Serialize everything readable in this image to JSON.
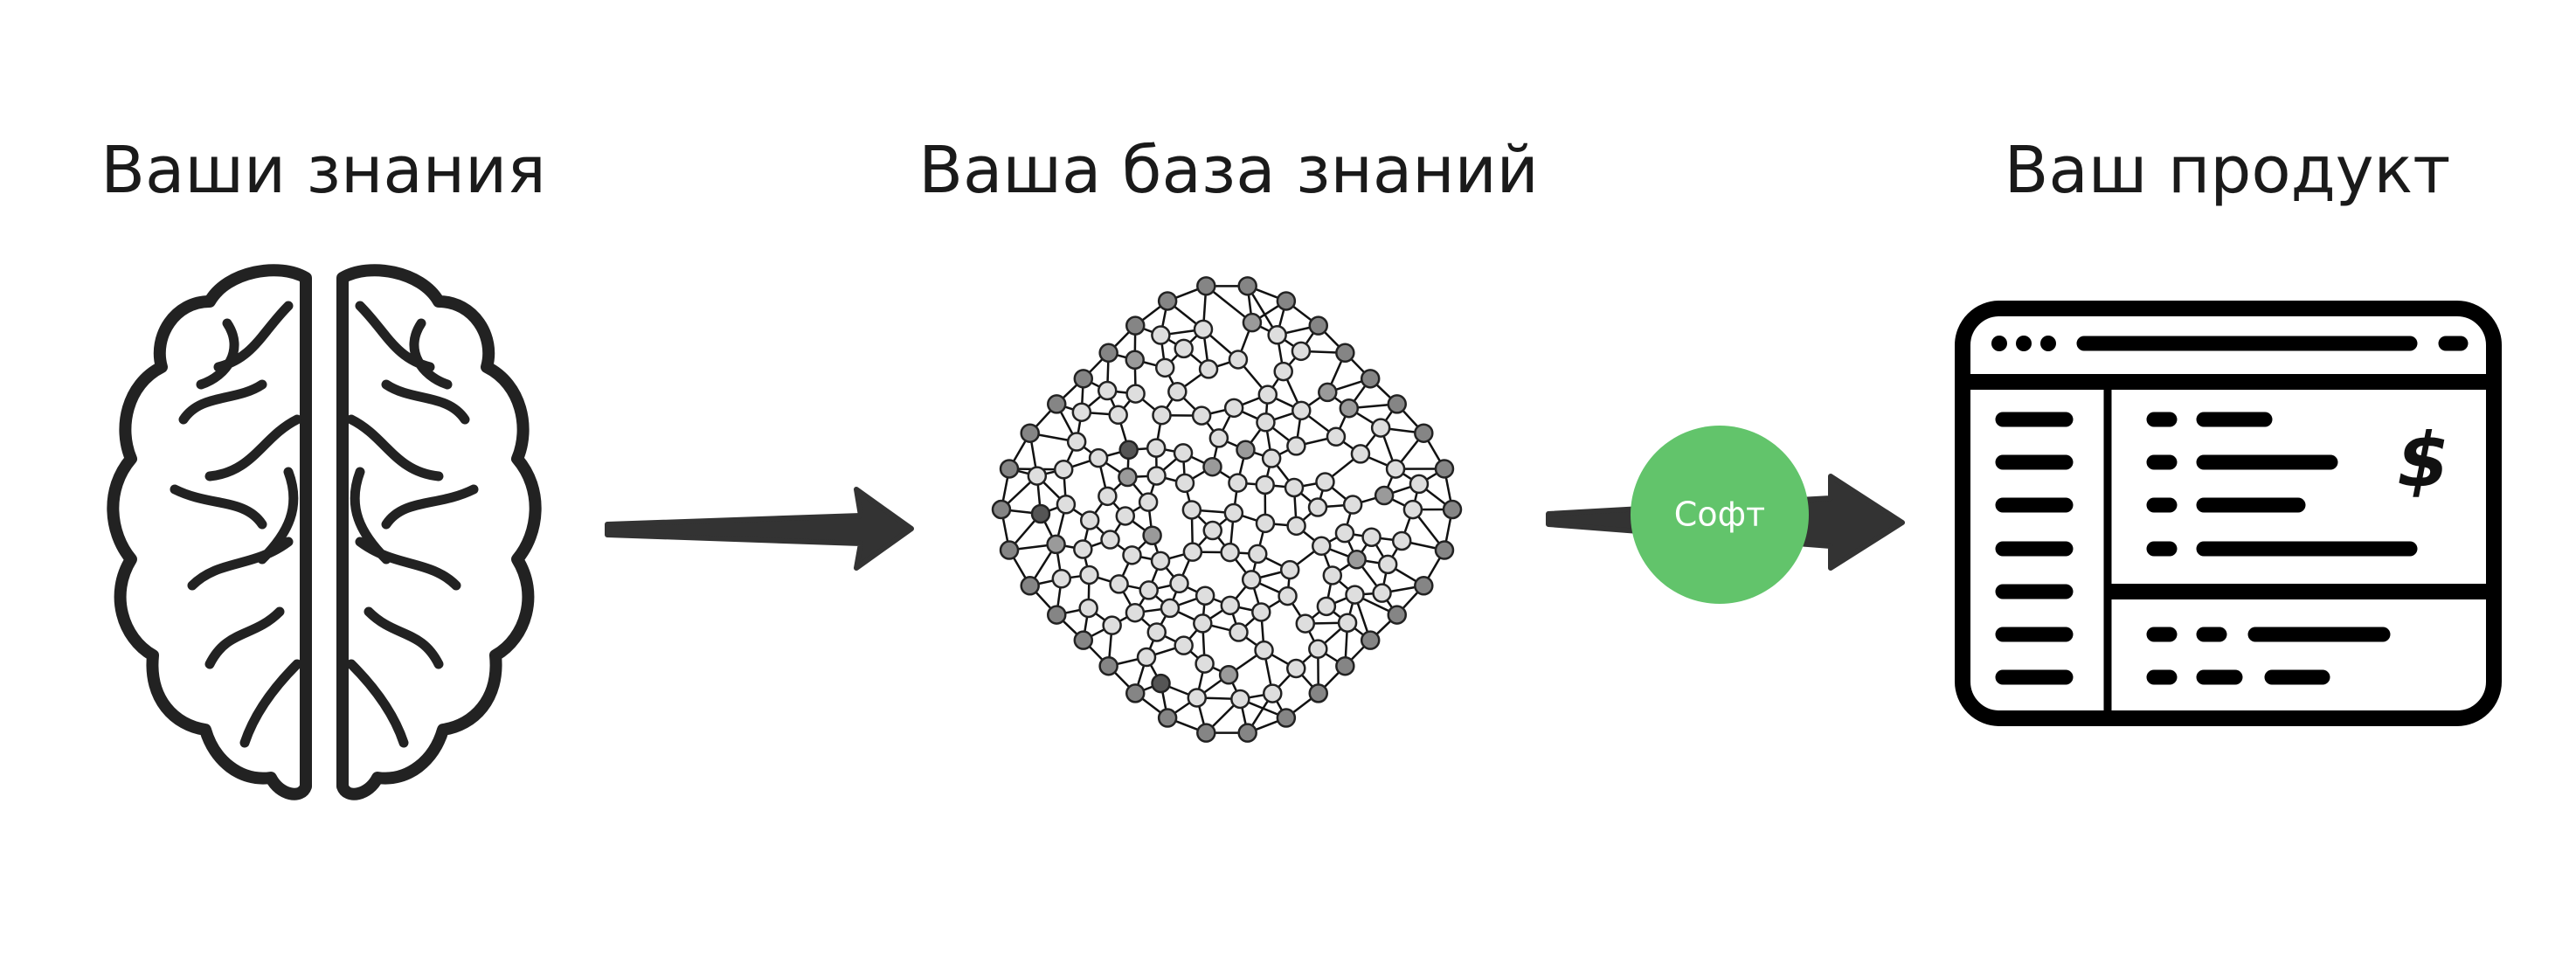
{
  "steps": [
    {
      "title": "Ваши знания",
      "icon": "brain-icon"
    },
    {
      "title": "Ваша база знаний",
      "icon": "network-graph-icon"
    },
    {
      "title": "Ваш продукт",
      "icon": "app-window-icon"
    }
  ],
  "connector": {
    "label": "Софт",
    "color": "#62c46b"
  },
  "product": {
    "price_symbol": "$"
  },
  "colors": {
    "arrow": "#333333",
    "text": "#1a1a1a"
  }
}
